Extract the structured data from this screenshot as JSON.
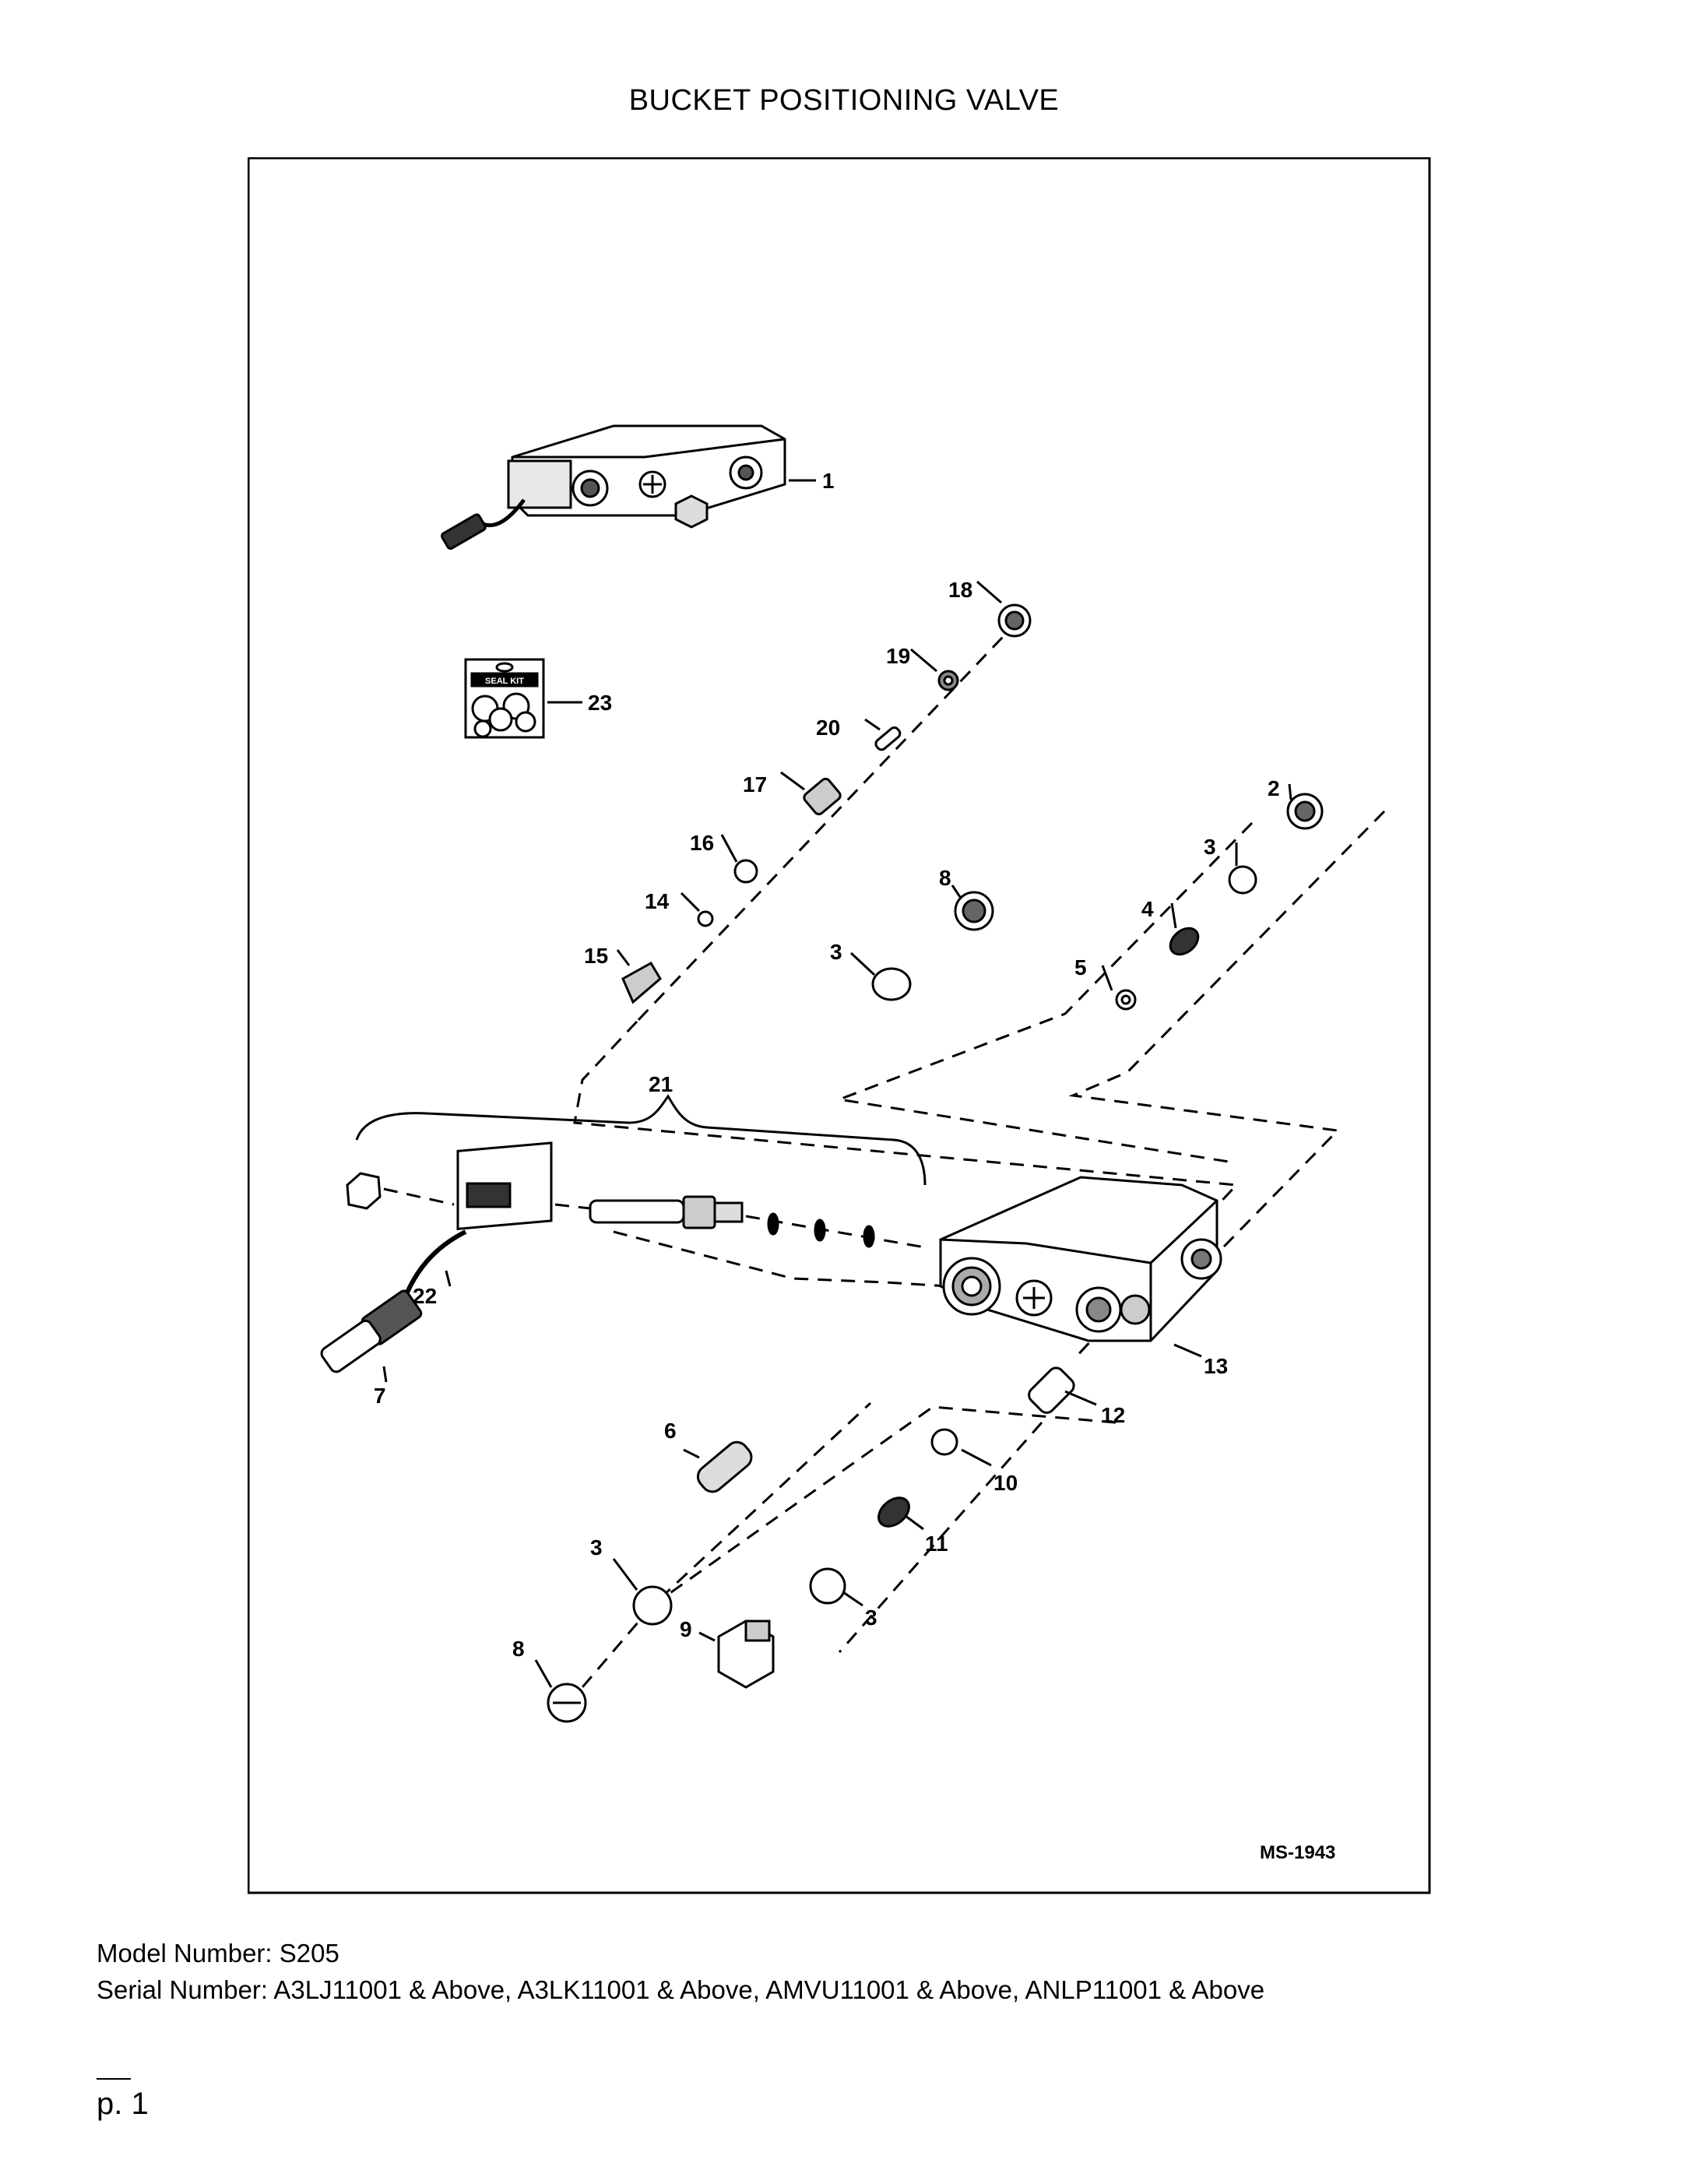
{
  "header": {
    "title": "BUCKET POSITIONING VALVE"
  },
  "diagram": {
    "drawing_id": "MS-1943",
    "callouts": [
      "1",
      "2",
      "3",
      "4",
      "5",
      "6",
      "7",
      "8",
      "9",
      "10",
      "11",
      "12",
      "13",
      "14",
      "15",
      "16",
      "17",
      "18",
      "19",
      "20",
      "21",
      "22",
      "23"
    ],
    "seal_kit_label": "SEAL KIT"
  },
  "footer": {
    "model": "Model Number: S205",
    "serial": "Serial Number: A3LJ11001 & Above, A3LK11001 & Above, AMVU11001 & Above, ANLP11001 & Above",
    "page": "p. 1"
  }
}
